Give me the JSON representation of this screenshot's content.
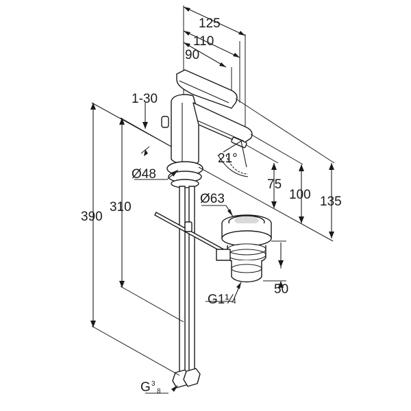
{
  "diagram": {
    "dimensions": {
      "width_125": "125",
      "width_110": "110",
      "width_90": "90",
      "adjust_1_30": "1-30",
      "angle_21": "21°",
      "height_75": "75",
      "height_100": "100",
      "height_135": "135",
      "height_390": "390",
      "height_310": "310",
      "diameter_48": "Ø48",
      "diameter_63": "Ø63",
      "waste_height_50": "50",
      "waste_thread": "G1",
      "waste_thread_fraction": "¼",
      "supply_thread": "G",
      "supply_thread_fraction_num": "3",
      "supply_thread_fraction_den": "8"
    }
  }
}
